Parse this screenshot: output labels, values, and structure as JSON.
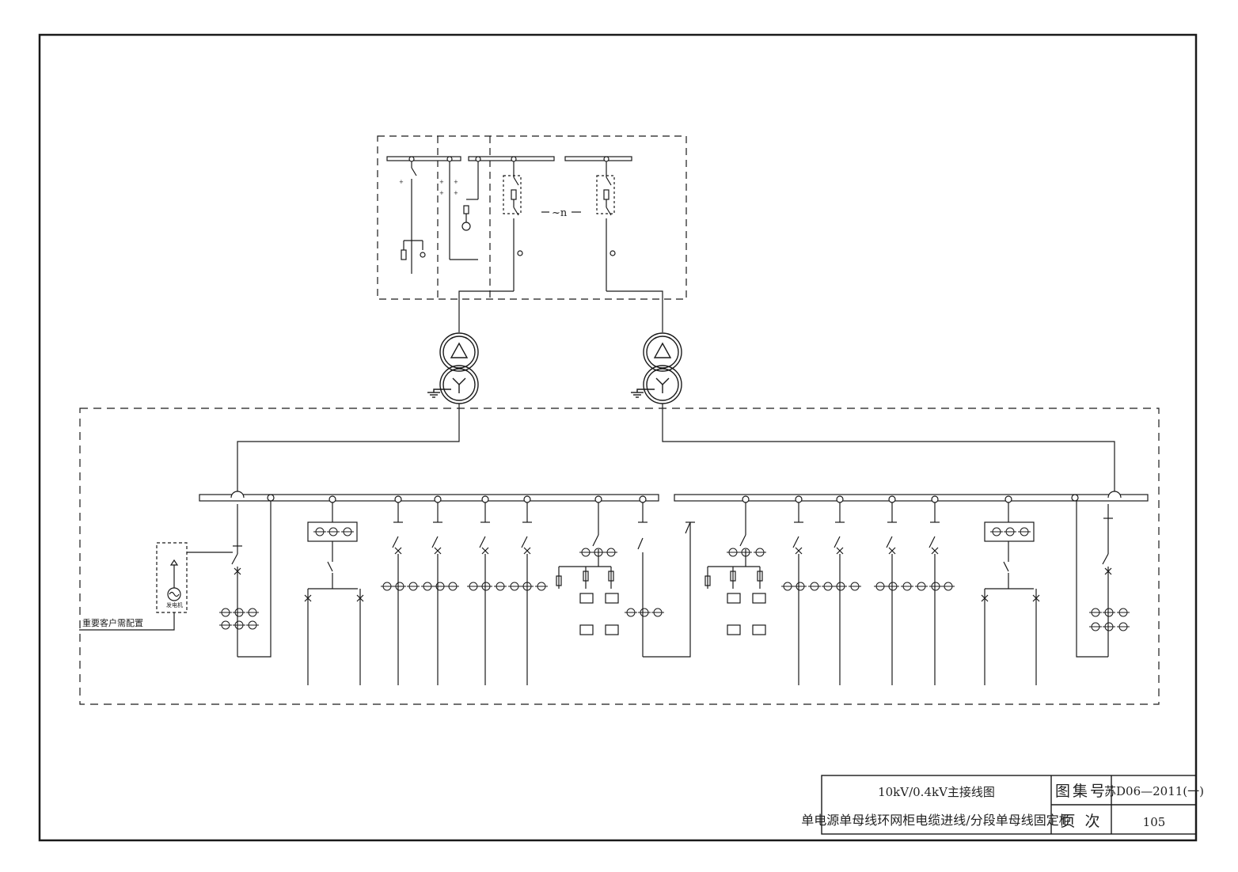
{
  "title_block": {
    "title": "10kV/0.4kV主接线图",
    "subtitle": "单电源单母线环网柜电缆进线/分段单母线固定柜",
    "atlas_no_label": "图集号",
    "atlas_no_value": "苏D06—2011(一)",
    "page_label": "页 次",
    "page_value": "105"
  },
  "diagram": {
    "hv_feeder_count_label": "~n",
    "customer_note": "重要客户需配置",
    "generator_label": "发电机"
  },
  "colors": {
    "line": "#1a1a1a",
    "paper": "#ffffff"
  }
}
